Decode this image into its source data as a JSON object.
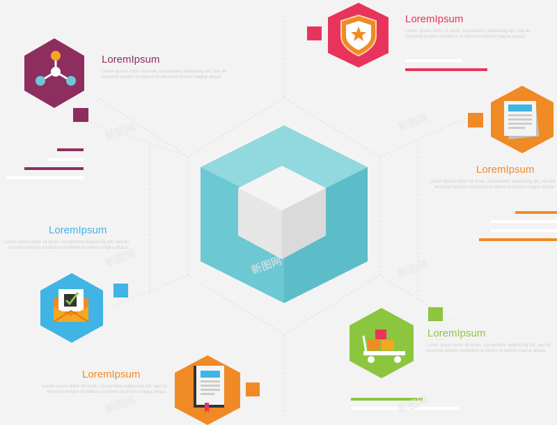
{
  "colors": {
    "plum": "#8e2e5e",
    "red": "#e8345c",
    "orange": "#f08a24",
    "blue": "#3fb4e5",
    "green": "#8cc63f",
    "teal": "#6cc8d3"
  },
  "blocks": [
    {
      "id": "network",
      "title": "LoremIpsum",
      "icon": "network-icon",
      "color": "plum",
      "text": "Lorem ipsum dolor sit amet, consectetur adipiscing elit, sed do eiusmod tempor incididunt ut labore et dolore magna aliqua."
    },
    {
      "id": "shield",
      "title": "LoremIpsum",
      "icon": "shield-star-icon",
      "color": "red",
      "text": "Lorem ipsum dolor sit amet, consectetur adipiscing elit, sed do eiusmod tempor incididunt ut labore et dolore magna aliqua."
    },
    {
      "id": "documents",
      "title": "LoremIpsum",
      "icon": "documents-icon",
      "color": "orange",
      "text": "Lorem ipsum dolor sit amet, consectetur adipiscing elit, sed do eiusmod tempor incididunt ut labore et dolore magna aliqua."
    },
    {
      "id": "mail",
      "title": "LoremIpsum",
      "icon": "envelope-check-icon",
      "color": "blue",
      "text": "Lorem ipsum dolor sit amet, consectetur adipiscing elit, sed do eiusmod tempor incididunt ut labore et dolore magna aliqua."
    },
    {
      "id": "cart",
      "title": "LoremIpsum",
      "icon": "cart-boxes-icon",
      "color": "green",
      "text": "Lorem ipsum dolor sit amet, consectetur adipiscing elit, sed do eiusmod tempor incididunt ut labore et dolore magna aliqua."
    },
    {
      "id": "book",
      "title": "LoremIpsum",
      "icon": "book-icon",
      "color": "orange",
      "text": "Lorem ipsum dolor sit amet, consectetur adipiscing elit, sed do eiusmod tempor incididunt ut labore et dolore magna aliqua."
    }
  ],
  "center": {
    "icon": "cube-icon"
  },
  "watermark": "新图网"
}
